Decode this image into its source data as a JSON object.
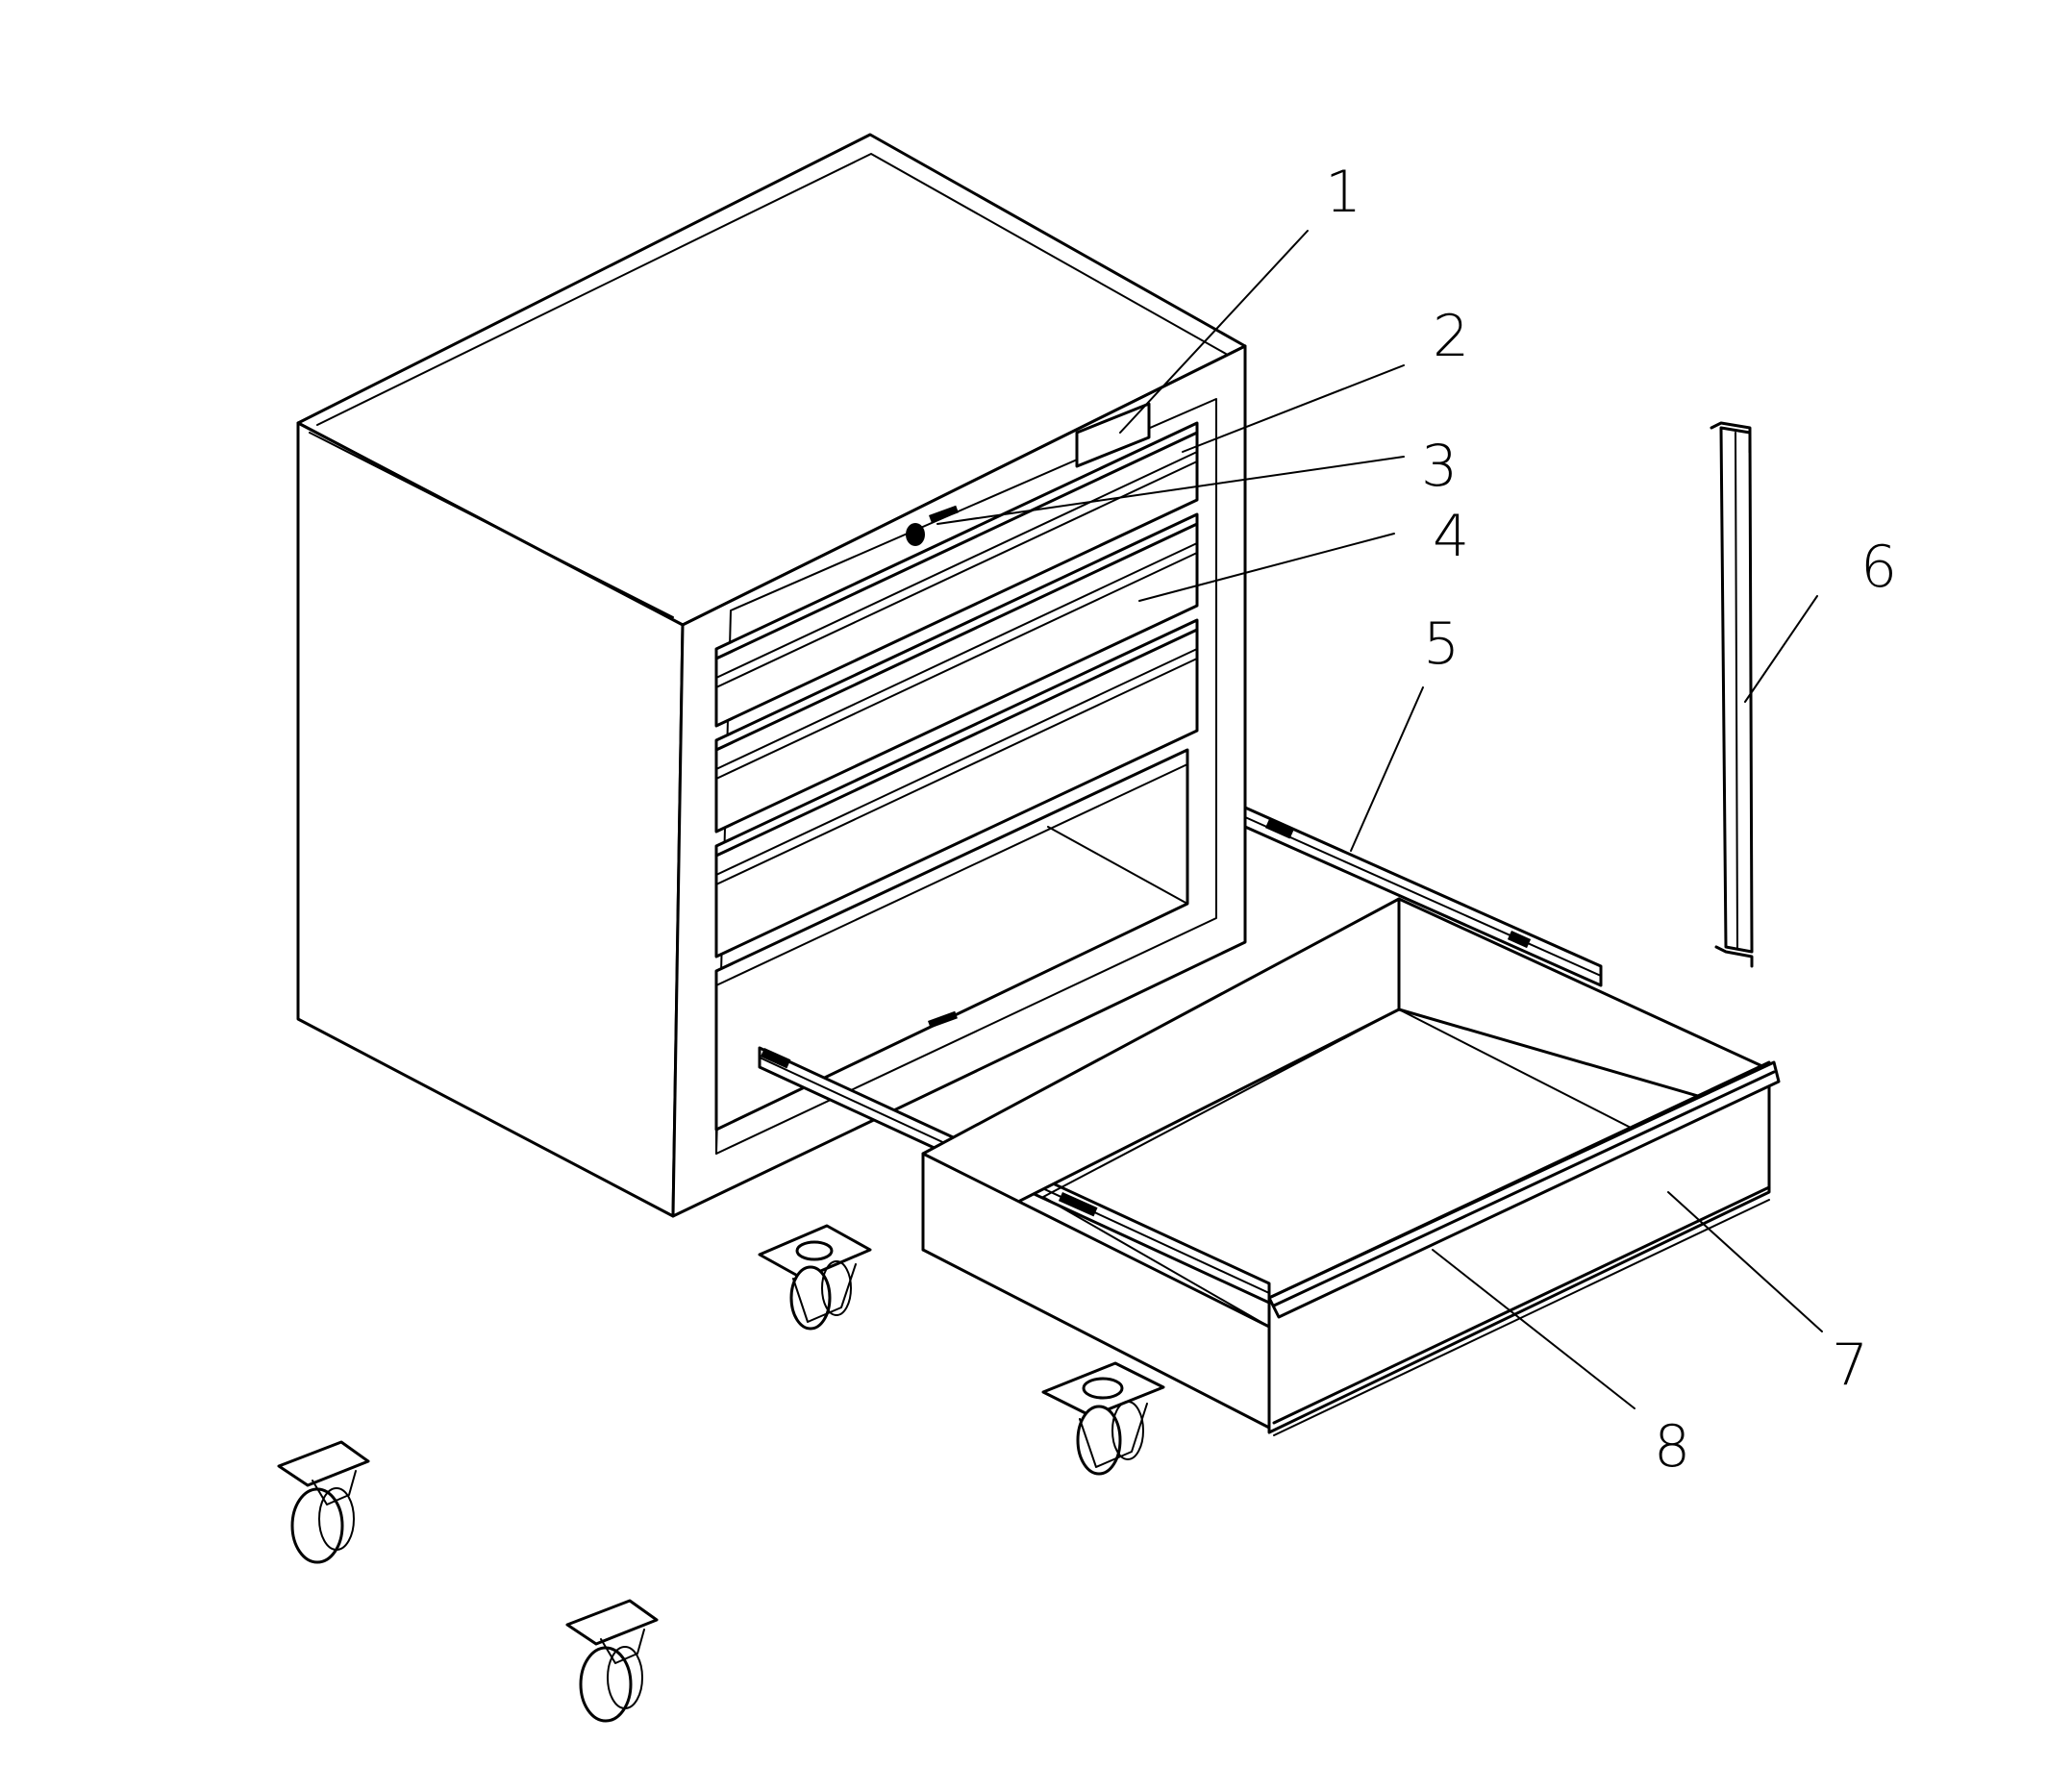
{
  "callouts": [
    {
      "label": "1",
      "part": "1"
    },
    {
      "label": "2",
      "part": "2"
    },
    {
      "label": "3",
      "part": "3"
    },
    {
      "label": "4",
      "part": "4"
    },
    {
      "label": "5",
      "part": "5"
    },
    {
      "label": "6",
      "part": "6"
    },
    {
      "label": "7",
      "part": "7"
    },
    {
      "label": "8",
      "part": "8"
    }
  ]
}
